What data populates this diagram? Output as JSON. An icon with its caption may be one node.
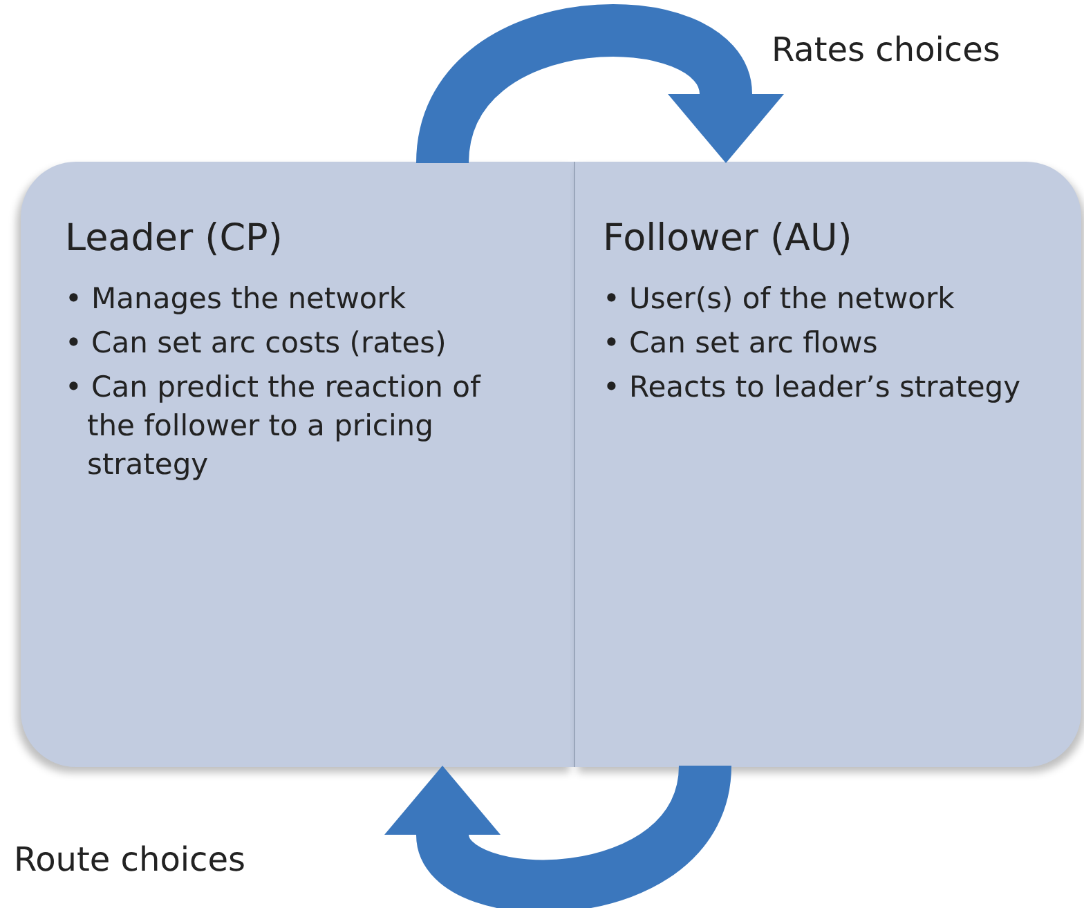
{
  "diagram": {
    "nodes": [
      {
        "text": [
          "Leader (CP)",
          "• Manages the network",
          "• Can set arc costs (rates)",
          "• Can predict the reaction of the follower to a pricing strategy"
        ]
      },
      {
        "text": [
          "Follower (AU)",
          "• User(s) of the network",
          "• Can set arc flows",
          "• Reacts to leader’s strategy"
        ]
      }
    ],
    "edges": [
      {
        "from": 0,
        "to": 1,
        "arrow": "to"
      },
      {
        "from": 1,
        "to": 0,
        "arrow": "to"
      }
    ],
    "labels": [
      "Rates choices",
      "Route choices"
    ]
  }
}
